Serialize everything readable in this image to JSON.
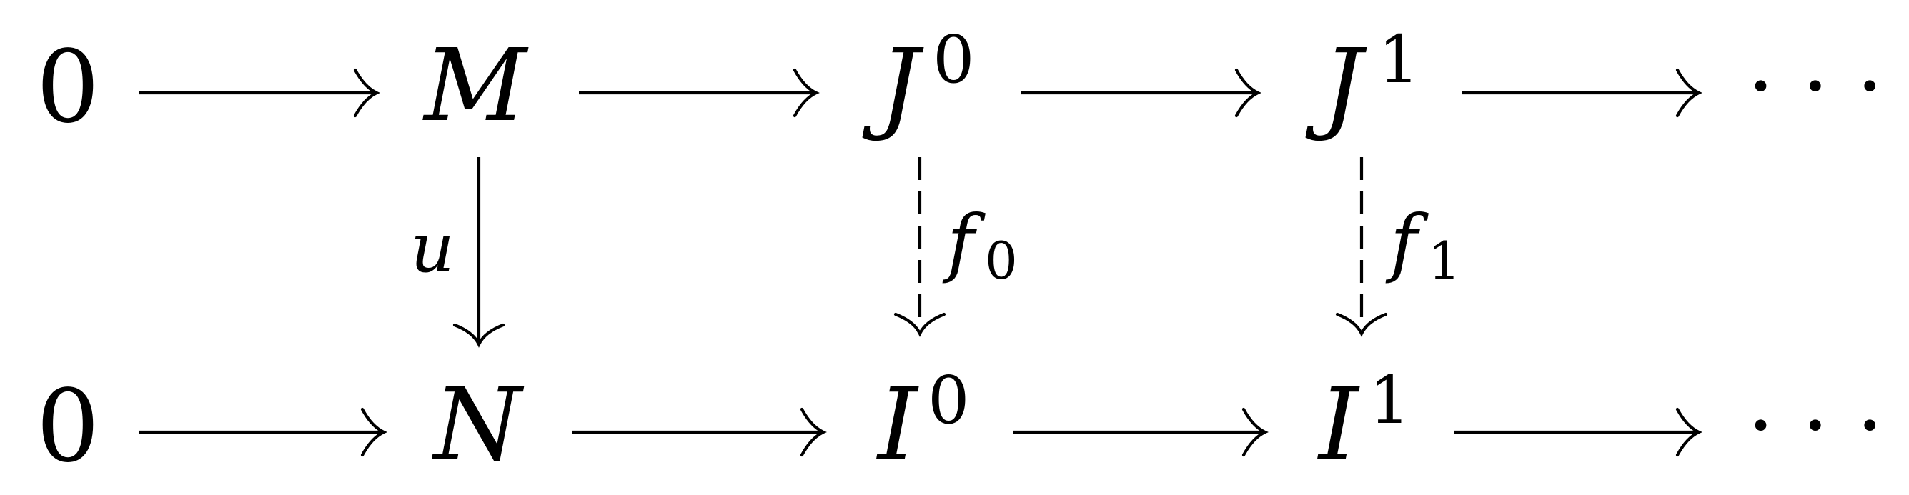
{
  "diagram": {
    "top_row": {
      "zero": "0",
      "m": "M",
      "j0_base": "J",
      "j0_sup": "0",
      "j1_base": "J",
      "j1_sup": "1",
      "dots": "· · ·"
    },
    "bottom_row": {
      "zero": "0",
      "n": "N",
      "i0_base": "I",
      "i0_sup": "0",
      "i1_base": "I",
      "i1_sup": "1",
      "dots": "· · ·"
    },
    "vertical_labels": {
      "u": "u",
      "f0_base": "f",
      "f0_sub": "0",
      "f1_base": "f",
      "f1_sub": "1"
    }
  }
}
